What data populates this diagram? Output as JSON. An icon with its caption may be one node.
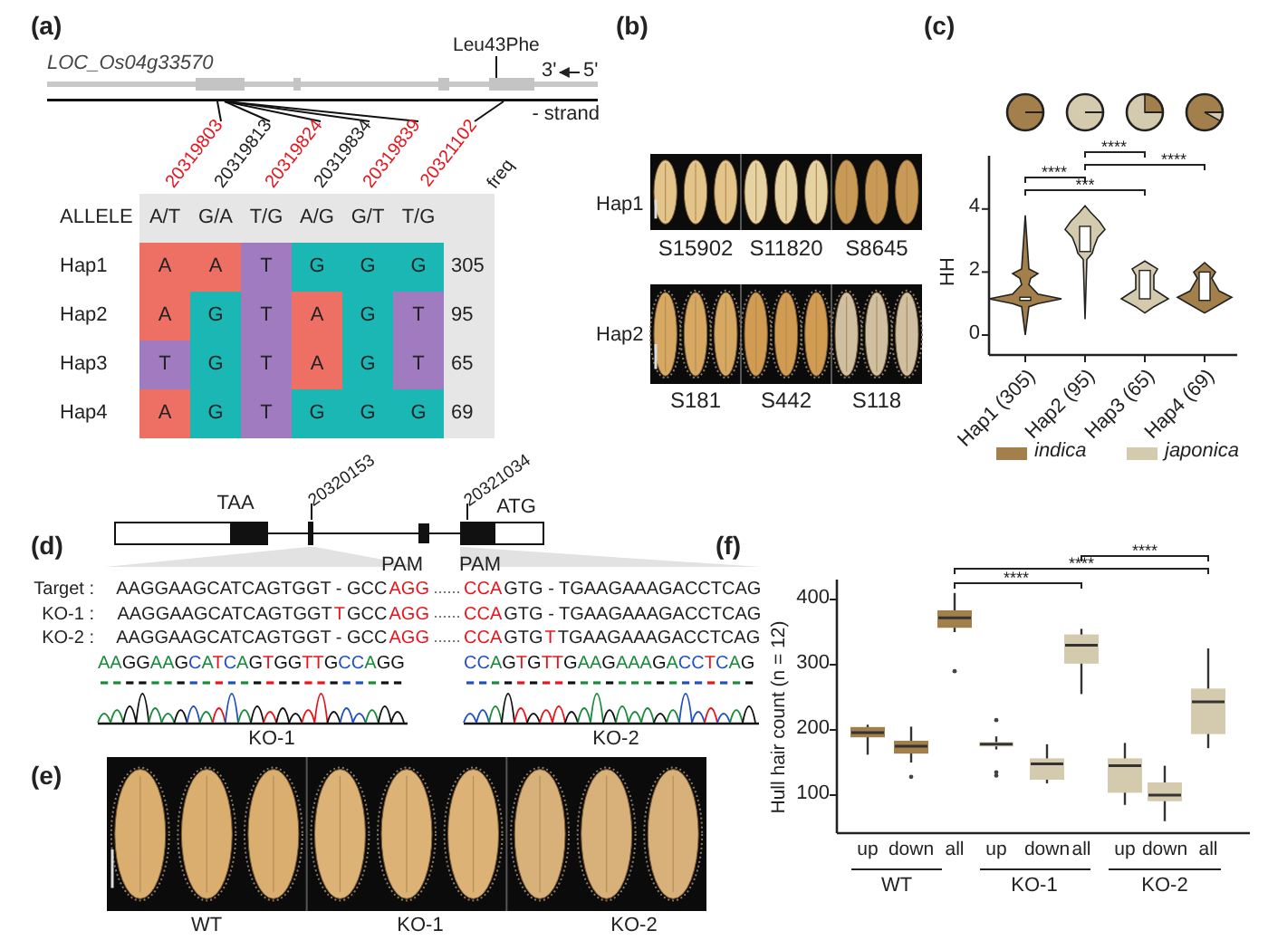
{
  "diagram": {
    "nodes": [
      {
        "text": [],
        "shape": "bar",
        "beside": [
          "LOC_Os04g33570",
          "3'",
          "5'",
          "- strand"
        ]
      },
      {
        "text": [
          "20319803"
        ]
      },
      {
        "text": [
          "20319813"
        ]
      },
      {
        "text": [
          "20319824"
        ]
      },
      {
        "text": [
          "20319834"
        ]
      },
      {
        "text": [
          "20319839"
        ]
      },
      {
        "text": [
          "20321102"
        ]
      },
      {
        "text": [
          "Leu43Phe"
        ]
      },
      {
        "text": [],
        "shape": "bar",
        "beside": [
          "TAA",
          "ATG"
        ]
      },
      {
        "text": [
          "20320153"
        ]
      },
      {
        "text": [
          "20321034"
        ]
      }
    ],
    "edges": [
      {
        "from": 1,
        "to": 0,
        "arrow": "none"
      },
      {
        "from": 2,
        "to": 0,
        "arrow": "none"
      },
      {
        "from": 3,
        "to": 0,
        "arrow": "none"
      },
      {
        "from": 4,
        "to": 0,
        "arrow": "none"
      },
      {
        "from": 5,
        "to": 0,
        "arrow": "none"
      },
      {
        "from": 6,
        "to": 0,
        "arrow": "none"
      },
      {
        "from": 7,
        "to": 0,
        "arrow": "none"
      },
      {
        "from": 9,
        "to": 8,
        "arrow": "none"
      },
      {
        "from": 10,
        "to": 8,
        "arrow": "none"
      }
    ],
    "labels": [
      "(a)",
      "freq",
      "ALLELE",
      "A/T",
      "G/A",
      "T/G",
      "A/G",
      "G/T",
      "T/G",
      "Hap1",
      "A",
      "A",
      "T",
      "G",
      "G",
      "G",
      "305",
      "Hap2",
      "A",
      "G",
      "T",
      "A",
      "G",
      "T",
      "95",
      "Hap3",
      "T",
      "G",
      "T",
      "A",
      "G",
      "T",
      "65",
      "Hap4",
      "A",
      "G",
      "T",
      "G",
      "G",
      "G",
      "69",
      "(b)",
      "Hap1",
      "S15902",
      "S11820",
      "S8645",
      "Hap2",
      "S181",
      "S442",
      "S118",
      "(c)",
      "4",
      "2",
      "0",
      "HH",
      "Hap1 (305)",
      "Hap2 (95)",
      "Hap3 (65)",
      "Hap4 (69)",
      "****",
      "****",
      "****",
      "***",
      "(d)",
      "PAM",
      "PAM",
      "Target :",
      "AAGGAAGCATCAGTGGT - GCC",
      "AGG",
      "CCA",
      "GTG - TGAAGAAAGACCTCAG",
      "KO-1 :",
      "AAGGAAGCATCAGTGGT",
      "T",
      "GCC",
      "AGG",
      "CCA",
      "GTG - TGAAGAAAGACCTCAG",
      "KO-2 :",
      "AAGGAAGCATCAGTGGT - GCC",
      "AGG",
      "CCA",
      "GTG",
      "T",
      "TGAAGAAAGACCTCAG",
      "AAGGAAGCATCAGTGGTTGCCAGG",
      "CCAGTGTTGAAGAAAGACCTCAG",
      "KO-1",
      "KO-2",
      "(e)",
      "WT",
      "KO-1",
      "KO-2",
      "(f)",
      "400",
      "300",
      "200",
      "100",
      "Hull hair count  (n = 12)",
      "up",
      "down",
      "all",
      "up",
      "down",
      "all",
      "up",
      "down",
      "all",
      "WT",
      "KO-1",
      "KO-2",
      "****",
      "****",
      "****"
    ],
    "legend": [
      {
        "text": "indica",
        "color": "#a27f4b"
      },
      {
        "text": "japonica",
        "color": "#d4cbae"
      }
    ]
  }
}
